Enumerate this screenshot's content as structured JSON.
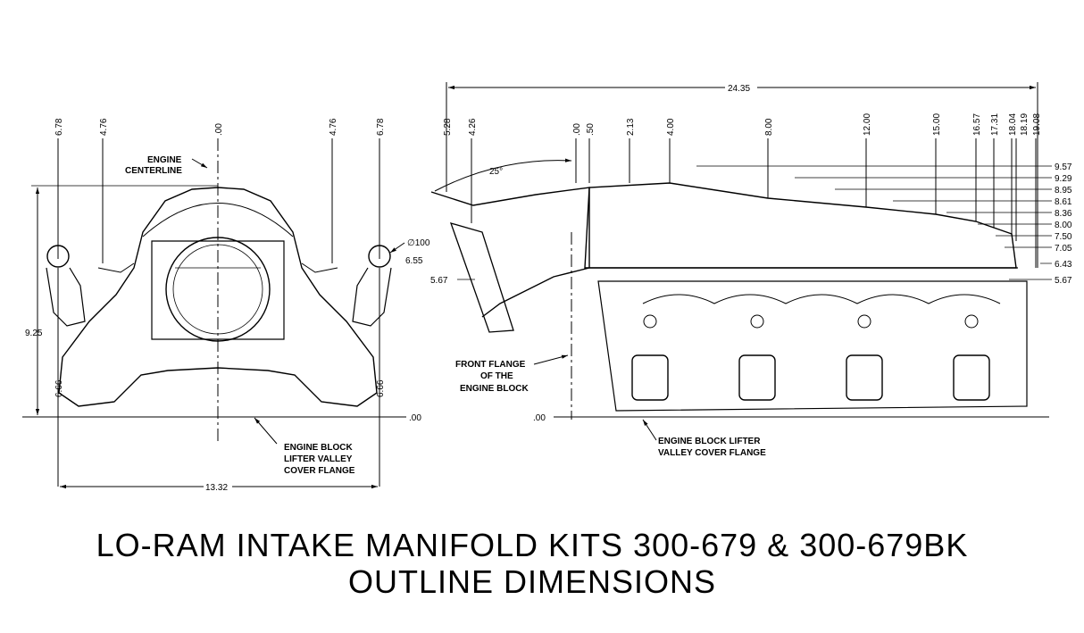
{
  "front_view": {
    "top_dims": [
      "6.78",
      "4.76",
      ".00",
      "4.76",
      "6.78"
    ],
    "height_total": "9.25",
    "bolt_heights": [
      "6.66",
      "6.66"
    ],
    "width": "13.32",
    "port_diameter": "∅100",
    "port_height": "6.55",
    "baseline": ".00",
    "note_centerline": [
      "ENGINE",
      "CENTERLINE"
    ],
    "note_flange": [
      "ENGINE BLOCK",
      "LIFTER VALLEY",
      "COVER FLANGE"
    ]
  },
  "side_view": {
    "overall_length": "24.35",
    "top_dims": [
      "5.28",
      "4.26",
      ".00",
      ".50",
      "2.13",
      "4.00",
      "8.00",
      "12.00",
      "15.00",
      "16.57",
      "17.31",
      "18.04",
      "18.19",
      "19.08"
    ],
    "right_dims": [
      "9.57",
      "9.29",
      "8.95",
      "8.61",
      "8.36",
      "8.00",
      "7.50",
      "7.05",
      "6.43",
      "5.67"
    ],
    "left_height": "5.67",
    "angle": "25°",
    "baseline": ".00",
    "note_front_flange": [
      "FRONT FLANGE",
      "OF THE",
      "ENGINE BLOCK"
    ],
    "note_lifter": [
      "ENGINE BLOCK LIFTER",
      "VALLEY COVER FLANGE"
    ]
  },
  "title": {
    "line1": "LO-RAM INTAKE MANIFOLD KITS 300-679 & 300-679BK",
    "line2": "OUTLINE DIMENSIONS"
  }
}
